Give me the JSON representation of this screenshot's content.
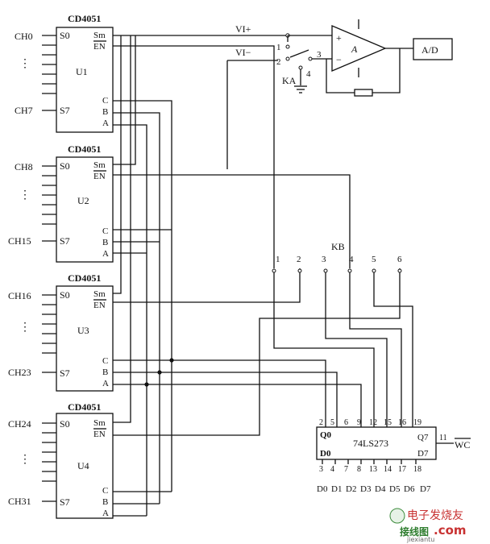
{
  "chips": [
    {
      "part": "CD4051",
      "id": "U1",
      "in_first": "CH0",
      "in_last": "CH7"
    },
    {
      "part": "CD4051",
      "id": "U2",
      "in_first": "CH8",
      "in_last": "CH15"
    },
    {
      "part": "CD4051",
      "id": "U3",
      "in_first": "CH16",
      "in_last": "CH23"
    },
    {
      "part": "CD4051",
      "id": "U4",
      "in_first": "CH24",
      "in_last": "CH31"
    }
  ],
  "pins": {
    "s0": "S0",
    "s7": "S7",
    "sm": "Sm",
    "en": "EN",
    "c": "C",
    "b": "B",
    "a": "A"
  },
  "dots": "⋮",
  "opamp": {
    "label": "A",
    "plus": "+",
    "minus": "−",
    "vplus": "VI+",
    "vminus": "VI−",
    "adc": "A/D"
  },
  "switch_ka": {
    "label": "KA",
    "p1": "1",
    "p2": "2",
    "p3": "3",
    "p4": "4"
  },
  "switch_kb": {
    "label": "KB",
    "pins": [
      "1",
      "2",
      "3",
      "4",
      "5",
      "6"
    ]
  },
  "latch": {
    "name": "74LS273",
    "q0": "Q0",
    "d0": "D0",
    "q7": "Q7",
    "d7": "D7",
    "top_pins": [
      "2",
      "5",
      "6",
      "9",
      "12",
      "15",
      "16",
      "19"
    ],
    "bottom_pins": [
      "3",
      "4",
      "7",
      "8",
      "13",
      "14",
      "17",
      "18"
    ],
    "pin11": "11",
    "wc": "WC",
    "data_inputs": [
      "D0",
      "D1",
      "D2",
      "D3",
      "D4",
      "D5",
      "D6",
      "D7"
    ]
  },
  "watermark": {
    "cn": "电子发烧友",
    "domain": "jiexiantu",
    "dotcom": ".com",
    "site": "接线图"
  }
}
